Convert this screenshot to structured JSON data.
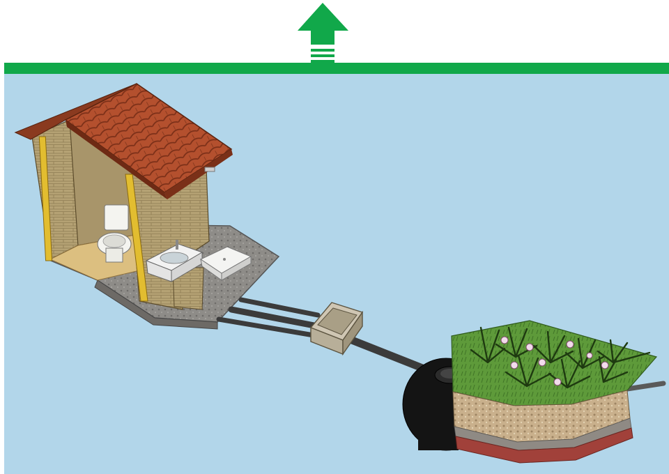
{
  "scene": {
    "colors": {
      "background": "#ffffff",
      "sky": "#b2d6ea",
      "top_bar": "#11a84a",
      "up_arrow": "#11a84a",
      "roof_tile": "#b4502e",
      "wall_brick": "#b5a274",
      "wall_post": "#e2bd30",
      "floor": "#dcbf80",
      "paving": "#8e8c88",
      "concrete": "#cfc6b3",
      "pipe": "#3b3b3b",
      "tank": "#141414",
      "grass": "#5e9a3a",
      "soil_gravel": "#c9b08c",
      "soil_clay": "#a1413a",
      "flower": "#f2dcec"
    },
    "icons": {
      "up_arrow": "up-arrow-icon",
      "toilet": "toilet-icon",
      "sink": "sink-icon",
      "shower": "shower-tray-icon",
      "flower": "flower-icon"
    },
    "components": [
      "toilet-house",
      "grease-trap",
      "septic-tank",
      "filter-bed"
    ]
  }
}
